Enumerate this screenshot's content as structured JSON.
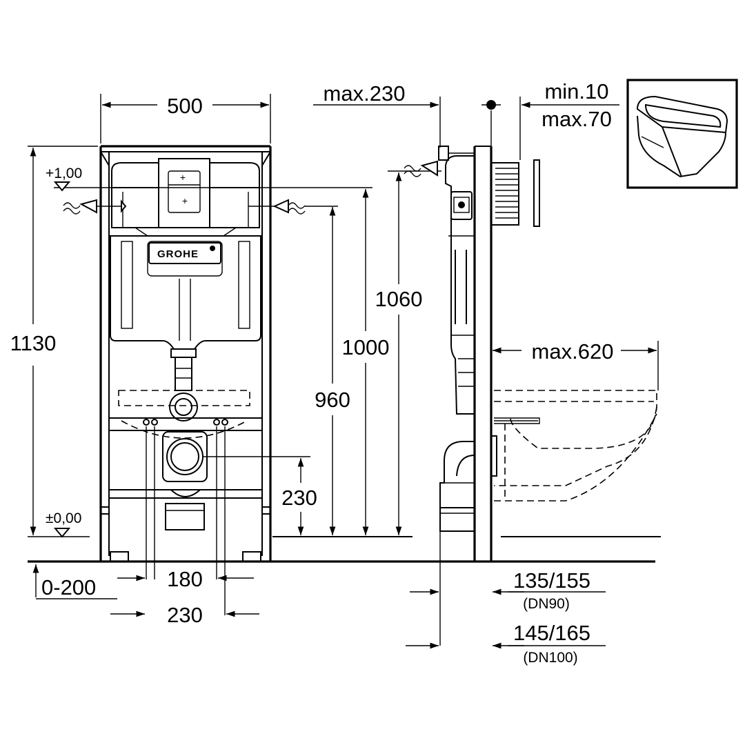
{
  "brand": {
    "logo_text": "GROHE"
  },
  "front_view": {
    "width": "500",
    "height_total": "1130",
    "level_top": "+1,00",
    "level_floor": "±0,00",
    "floor_adjust": "0-200",
    "bolt_spacing_inner": "180",
    "bolt_spacing_outer": "230",
    "drain_height": "230",
    "inlet_height": "960",
    "flush_height": "1000",
    "top_height": "1060"
  },
  "side_view": {
    "max_projection": "max.230",
    "wall_min": "min.10",
    "wall_max": "max.70",
    "bowl_projection": "max.620",
    "dn90_offset": "135/155",
    "dn90_label": "(DN90)",
    "dn100_offset": "145/165",
    "dn100_label": "(DN100)"
  },
  "icons": {
    "wc_preview": "wall-hung-toilet-icon",
    "water_inlet": "water-inlet-arrow-icon",
    "level_marker": "level-triangle-icon",
    "axis_marker": "centerline-cross-icon"
  }
}
